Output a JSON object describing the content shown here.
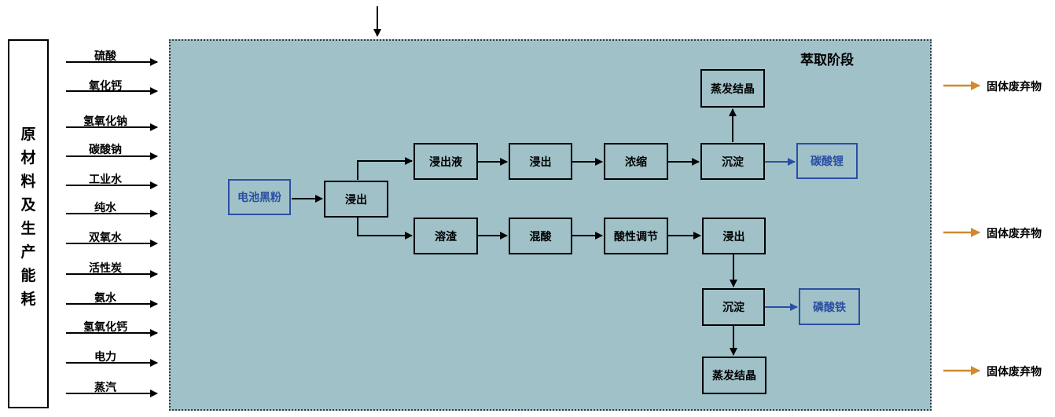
{
  "left_header": [
    "原",
    "材",
    "料",
    "及",
    "生",
    "产",
    "能",
    "耗"
  ],
  "materials": [
    "硫酸",
    "氧化钙",
    "氢氧化钠",
    "碳酸钠",
    "工业水",
    "纯水",
    "双氧水",
    "活性炭",
    "氨水",
    "氢氧化钙",
    "电力",
    "蒸汽"
  ],
  "stage_title": "萃取阶段",
  "nodes": {
    "battery_powder": "电池黑粉",
    "leach_main": "浸出",
    "leachate": "浸出液",
    "leach_2": "浸出",
    "concentrate": "浓缩",
    "precip_top": "沉淀",
    "evap_top": "蒸发结晶",
    "lithium_carbonate": "碳酸锂",
    "residue": "溶渣",
    "mix_acid": "混酸",
    "acid_adjust": "酸性调节",
    "leach_3": "浸出",
    "precip_bottom": "沉淀",
    "iron_phosphate": "磷酸铁",
    "evap_bottom": "蒸发结晶"
  },
  "wastes": [
    "固体废弃物",
    "固体废弃物",
    "固体废弃物"
  ],
  "colors": {
    "panel": "#a0c1c8",
    "product": "#2a4fa2",
    "waste_arrow": "#d08a2e"
  }
}
